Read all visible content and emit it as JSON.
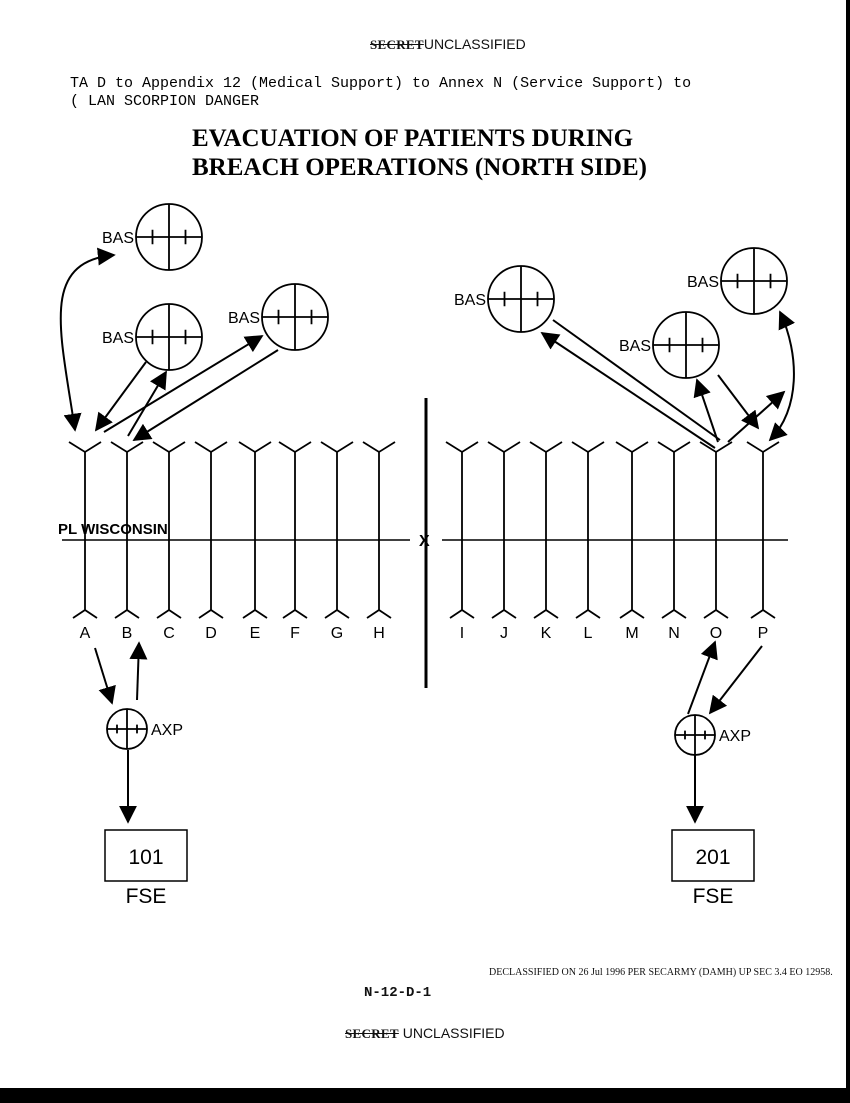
{
  "classification": {
    "old_marking": "SECRET",
    "new_marking": "UNCLASSIFIED"
  },
  "header": {
    "line1": "TA  D to Appendix 12 (Medical Support) to Annex N (Service Support) to",
    "line2": "( LAN SCORPION DANGER"
  },
  "title": {
    "line1": "EVACUATION OF PATIENTS DURING",
    "line2": "BREACH OPERATIONS  (NORTH SIDE)"
  },
  "diagram": {
    "phase_line_label": "PL WISCONSIN",
    "center_marker": "X",
    "lane_labels": [
      "A",
      "B",
      "C",
      "D",
      "E",
      "F",
      "G",
      "H",
      "I",
      "J",
      "K",
      "L",
      "M",
      "N",
      "O",
      "P"
    ],
    "aid_station_label": "BAS",
    "exchange_point_label": "AXP",
    "left_unit": {
      "number": "101",
      "label": "FSE"
    },
    "right_unit": {
      "number": "201",
      "label": "FSE"
    }
  },
  "footer": {
    "page_number": "N-12-D-1",
    "declassification": "DECLASSIFIED ON 26 Jul 1996 PER SECARMY (DAMH) UP SEC 3.4 EO 12958."
  }
}
